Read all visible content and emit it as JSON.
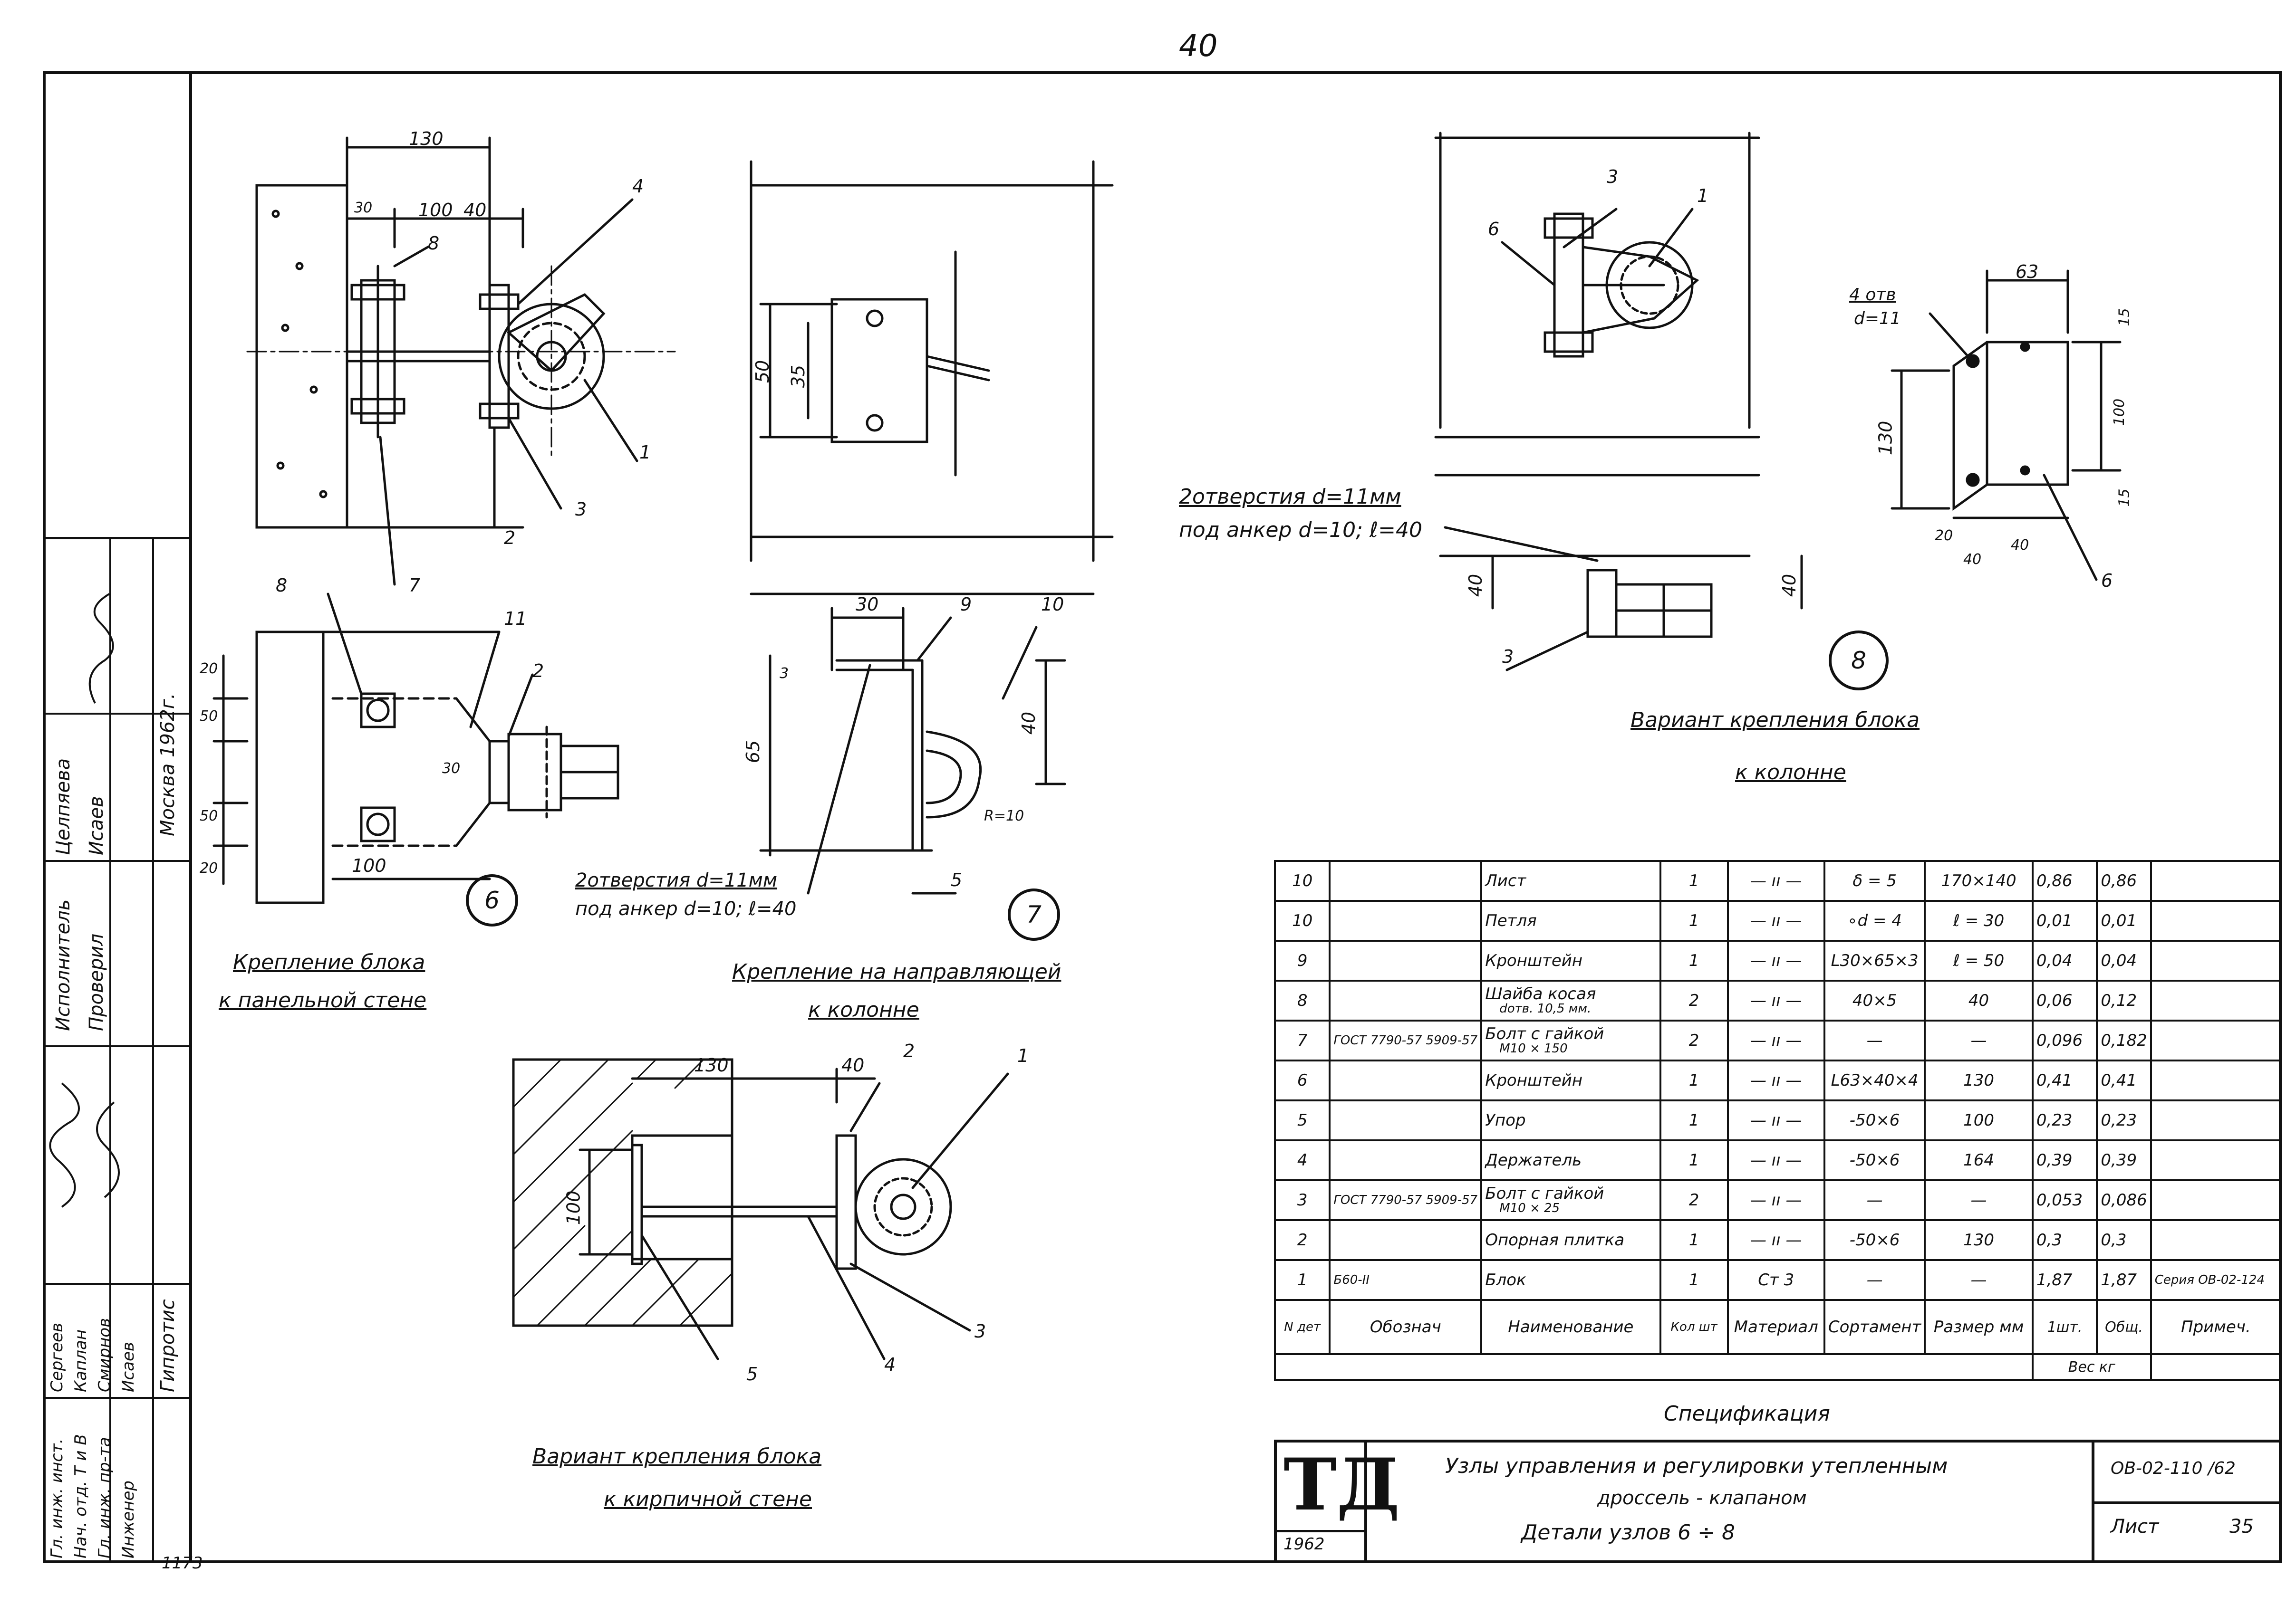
{
  "page_number": "40",
  "sheet": {
    "series": "ОВ-02-110 /62",
    "list_label": "Лист",
    "list_number": "35",
    "year": "1962",
    "logo": "ТД",
    "title_line1": "Узлы управления и регулировки утепленным",
    "title_line2": "дроссель - клапаном",
    "title_line3": "Детали узлов 6 ÷ 8",
    "spec_caption": "Спецификация",
    "bottom_code": "1173"
  },
  "stamp": {
    "city_year": "Москва 1962г.",
    "roles": [
      {
        "role": "Исполнитель",
        "name": "Целпяева"
      },
      {
        "role": "Проверил",
        "name": "Исаев"
      },
      {
        "role": "Гл. инж. инст.",
        "name": "Сергеев"
      },
      {
        "role": "Нач. отд. Т и В",
        "name": "Каплан"
      },
      {
        "role": "Гл. инж. пр-та",
        "name": "Смирнов"
      },
      {
        "role": "Инженер",
        "name": "Исаев"
      }
    ],
    "org": "Гипротис"
  },
  "drawings": {
    "node6": {
      "mark": "6",
      "caption_line1": "Крепление блока",
      "caption_line2": "к панельной стене",
      "dims_top": [
        "130",
        "30",
        "100",
        "40"
      ],
      "dims_plan": [
        "20",
        "50",
        "30",
        "50",
        "20",
        "100"
      ],
      "leaders_top": [
        "4",
        "8",
        "1",
        "3",
        "2",
        "7"
      ],
      "leaders_plan": [
        "8",
        "11",
        "2"
      ]
    },
    "node7": {
      "mark": "7",
      "caption_line1": "Крепление на направляющей",
      "caption_line2": "к колонне",
      "dims_top": [
        "50",
        "35"
      ],
      "dims_side": [
        "30",
        "3",
        "65",
        "40",
        "R=10",
        "5"
      ],
      "leaders": [
        "9",
        "10"
      ],
      "note_line1": "2отверстия d=11мм",
      "note_line2": "под анкер d=10; ℓ=40"
    },
    "node8": {
      "mark": "8",
      "caption_line1": "Вариант крепления блока",
      "caption_line2": "к колонне",
      "leaders_top": [
        "3",
        "1",
        "6"
      ],
      "leaders_bottom": [
        "3"
      ],
      "dims": [
        "40",
        "40"
      ],
      "note_line1": "2отверстия d=11мм",
      "note_line2": "под анкер d=10; ℓ=40"
    },
    "bracket6": {
      "hole_note_line1": "4 отв",
      "hole_note_line2": "d=11",
      "dims": [
        "63",
        "15",
        "130",
        "100",
        "15",
        "20",
        "40",
        "40"
      ],
      "leader": "6"
    },
    "brick": {
      "caption_line1": "Вариант крепления блока",
      "caption_line2": "к кирпичной стене",
      "dims": [
        "130",
        "40",
        "100"
      ],
      "leaders": [
        "2",
        "1",
        "3",
        "4",
        "5"
      ]
    }
  },
  "spec": {
    "header": {
      "det": "N дет",
      "oboznach": "Обознач",
      "name": "Наименование",
      "qty": "Кол шт",
      "material": "Материал",
      "sortament": "Сортамент",
      "size": "Размер мм",
      "w1": "1шт.",
      "wtot": "Общ.",
      "weight": "Вес кг",
      "note": "Примеч."
    },
    "rows": [
      {
        "det": "10",
        "obozn": "",
        "name": "Лист",
        "qty": "1",
        "mat": "— ıı —",
        "sort": "δ = 5",
        "size": "170×140",
        "w1": "0,86",
        "wt": "0,86",
        "note": ""
      },
      {
        "det": "10",
        "obozn": "",
        "name": "Петля",
        "qty": "1",
        "mat": "— ıı —",
        "sort": "∘d = 4",
        "size": "ℓ = 30",
        "w1": "0,01",
        "wt": "0,01",
        "note": ""
      },
      {
        "det": "9",
        "obozn": "",
        "name": "Кронштейн",
        "qty": "1",
        "mat": "— ıı —",
        "sort": "L30×65×3",
        "size": "ℓ = 50",
        "w1": "0,04",
        "wt": "0,04",
        "note": ""
      },
      {
        "det": "8",
        "obozn": "",
        "name": "Шайба косая",
        "name2": "dотв. 10,5 мм.",
        "qty": "2",
        "mat": "— ıı —",
        "sort": "40×5",
        "size": "40",
        "w1": "0,06",
        "wt": "0,12",
        "note": ""
      },
      {
        "det": "7",
        "obozn": "ГОСТ 7790-57 5909-57",
        "name": "Болт с гайкой",
        "name2": "М10 × 150",
        "qty": "2",
        "mat": "— ıı —",
        "sort": "—",
        "size": "—",
        "w1": "0,096",
        "wt": "0,182",
        "note": ""
      },
      {
        "det": "6",
        "obozn": "",
        "name": "Кронштейн",
        "qty": "1",
        "mat": "— ıı —",
        "sort": "L63×40×4",
        "size": "130",
        "w1": "0,41",
        "wt": "0,41",
        "note": ""
      },
      {
        "det": "5",
        "obozn": "",
        "name": "Упор",
        "qty": "1",
        "mat": "— ıı —",
        "sort": "-50×6",
        "size": "100",
        "w1": "0,23",
        "wt": "0,23",
        "note": ""
      },
      {
        "det": "4",
        "obozn": "",
        "name": "Держатель",
        "qty": "1",
        "mat": "— ıı —",
        "sort": "-50×6",
        "size": "164",
        "w1": "0,39",
        "wt": "0,39",
        "note": ""
      },
      {
        "det": "3",
        "obozn": "ГОСТ 7790-57 5909-57",
        "name": "Болт с гайкой",
        "name2": "М10 × 25",
        "qty": "2",
        "mat": "— ıı —",
        "sort": "—",
        "size": "—",
        "w1": "0,053",
        "wt": "0,086",
        "note": ""
      },
      {
        "det": "2",
        "obozn": "",
        "name": "Опорная плитка",
        "qty": "1",
        "mat": "— ıı —",
        "sort": "-50×6",
        "size": "130",
        "w1": "0,3",
        "wt": "0,3",
        "note": ""
      },
      {
        "det": "1",
        "obozn": "Б60-II",
        "name": "Блок",
        "qty": "1",
        "mat": "Ст 3",
        "sort": "—",
        "size": "—",
        "w1": "1,87",
        "wt": "1,87",
        "note": "Серия ОВ-02-124"
      }
    ]
  }
}
